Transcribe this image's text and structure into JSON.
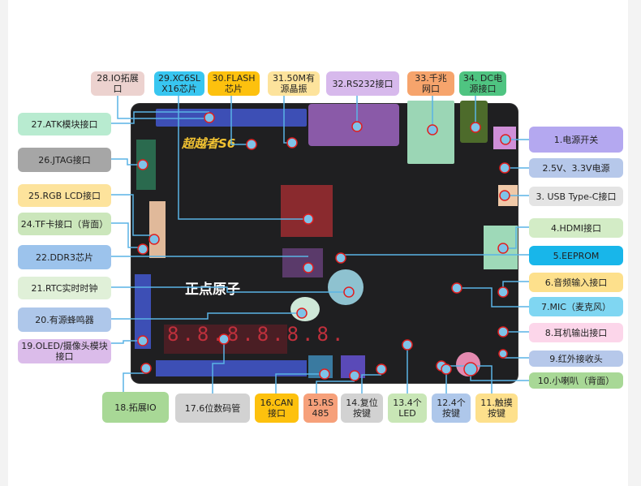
{
  "diagram": {
    "board_brand": "正点原子",
    "board_model": "超越者S6",
    "segment_display": "8.8.8.8.8.8.",
    "colors": {
      "line": "#5ab4e5",
      "marker_ring": "#e02020",
      "board": "#1f1f21"
    },
    "labels": {
      "l1": "1.电源开关",
      "l2": "2.5V、3.3V电源",
      "l3": "3. USB  Type-C接口",
      "l4": "4.HDMI接口",
      "l5": "5.EEPROM",
      "l6": "6.音频输入接口",
      "l7": "7.MIC（麦克风）",
      "l8": "8.耳机输出接口",
      "l9": "9.红外接收头",
      "l10": "10.小喇叭（背面）",
      "l11": "11.触摸\n按键",
      "l12": "12.4个\n按键",
      "l13": "13.4个\nLED",
      "l14": "14.复位\n按键",
      "l15": "15.RS\n485",
      "l16": "16.CAN\n接口",
      "l17": "17.6位数码管",
      "l18": "18.拓展IO",
      "l19": "19.OLED/摄像头模块\n接口",
      "l20": "20.有源蜂鸣器",
      "l21": "21.RTC实时时钟",
      "l22": "22.DDR3芯片",
      "l24": "24.TF卡接口（背面）",
      "l25": "25.RGB LCD接口",
      "l26": "26.JTAG接口",
      "l27": "27.ATK模块接口",
      "l28": "28.IO拓展\n口",
      "l29": "29.XC6SL\nX16芯片",
      "l30": "30.FLASH\n芯片",
      "l31": "31.50M有\n源晶振",
      "l32": "32.RS232接口",
      "l33": "33.千兆\n网口",
      "l34": "34. DC电\n源接口"
    }
  }
}
